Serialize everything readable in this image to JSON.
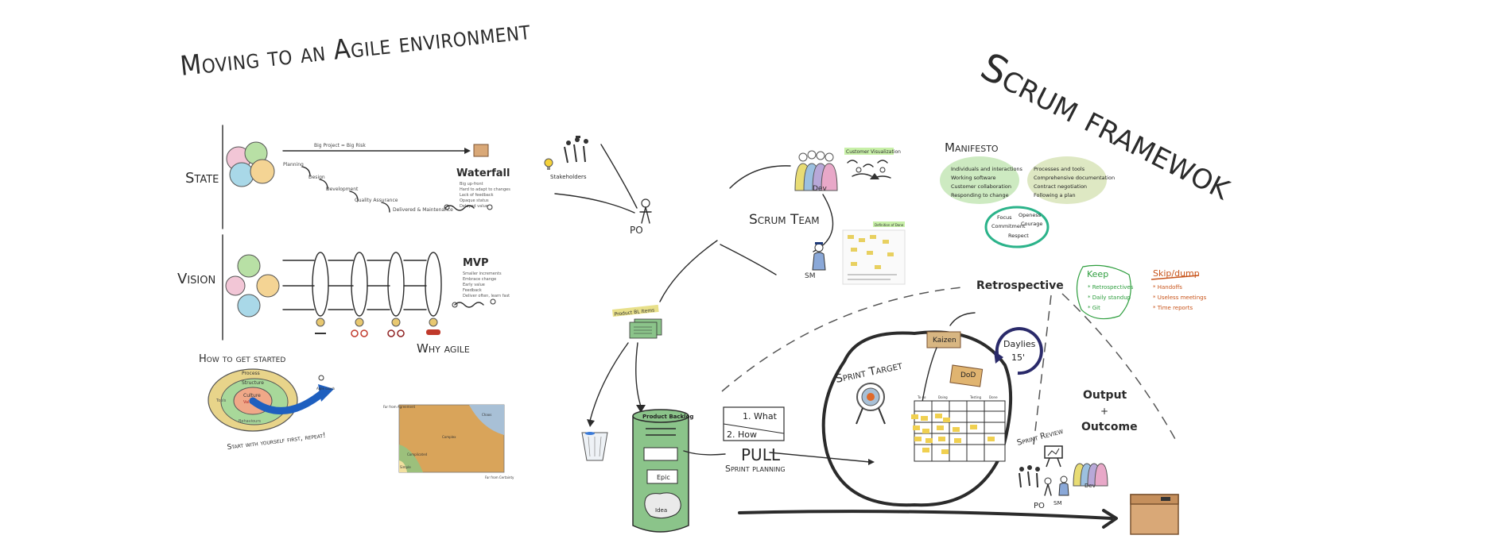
{
  "titles": {
    "left": "Moving to an Agile environment",
    "right": "Scrum framewok"
  },
  "state_section": {
    "label": "State",
    "big_project": "Big Project = Big Risk",
    "steps": [
      "Planning",
      "Design",
      "Development",
      "Quality Assurance",
      "Delivered & Maintenance"
    ],
    "waterfall_title": "Waterfall",
    "waterfall_notes": [
      "Big up-front",
      "Hard to adapt to changes",
      "Lack of feedback",
      "Opaque status",
      "Delayed value"
    ]
  },
  "vision_section": {
    "label": "Vision",
    "mvp_title": "MVP",
    "mvp_notes": [
      "Smaller increments",
      "Embrace change",
      "Early value",
      "Feedback",
      "Deliver often, learn fast"
    ],
    "why_agile": "Why agile"
  },
  "get_started": {
    "title": "How to get started",
    "layers": [
      "Process",
      "Structure",
      "Culture"
    ],
    "inner": [
      "Tools",
      "Values",
      "Behaviours"
    ],
    "caption": "Start with yourself first, repeat!",
    "icon_label": "Agile coach"
  },
  "complexity_matrix": {
    "y_axis": "Far from Agreement",
    "x_axis": "Far from Certainty",
    "regions": [
      "Chaos",
      "Complex",
      "Simple",
      "Complicated"
    ]
  },
  "roles": {
    "stakeholders": "Stakeholders",
    "po": "PO",
    "scrum_team": "Scrum Team",
    "dev": "Dev",
    "sm": "SM",
    "customer_visualization": "Customer Visualization",
    "definition_of_done": "Definition of Done"
  },
  "manifesto": {
    "title": "Manifesto",
    "left_values": [
      "Individuals and interactions",
      "Working software",
      "Customer collaboration",
      "Responding to change"
    ],
    "right_values": [
      "Processes and tools",
      "Comprehensive documentation",
      "Contract negotiation",
      "Following a plan"
    ],
    "scrum_values": [
      "Focus",
      "Openess",
      "Commitment",
      "Courage",
      "Respect"
    ]
  },
  "backlog": {
    "product_bl_items": "Product BL Items",
    "product_backlog": "Product Backlog",
    "epic": "Epic",
    "idea": "Idea"
  },
  "sprint_planning": {
    "what": "1. What",
    "how": "2. How",
    "pull": "PULL",
    "caption": "Sprint planning"
  },
  "sprint": {
    "target": "Sprint Target",
    "kaizen": "Kaizen",
    "dod": "DoD",
    "daylies": "Daylies",
    "daylies_time": "15'",
    "board_columns": [
      "To do",
      "Doing",
      "Testing",
      "Done"
    ],
    "review": "Sprint Review"
  },
  "retrospective": {
    "title": "Retrospective",
    "keep_title": "Keep",
    "keep_items": [
      "* Retrospectives",
      "* Daily standup",
      "* Git"
    ],
    "skip_title": "Skip/dump",
    "skip_items": [
      "* Handoffs",
      "* Useless meetings",
      "* Time reports"
    ]
  },
  "output": {
    "line1": "Output",
    "plus": "+",
    "line2": "Outcome"
  },
  "colors": {
    "keep_green": "#2e9e3e",
    "skip_orange": "#c8541a",
    "backlog_green": "#8bc48a",
    "manifesto_green": "#c4e6b6",
    "kaizen_tan": "#d8b682",
    "daylies_navy": "#2a2a6a",
    "values_teal": "#2bb38a",
    "box_tan": "#d9a877"
  }
}
